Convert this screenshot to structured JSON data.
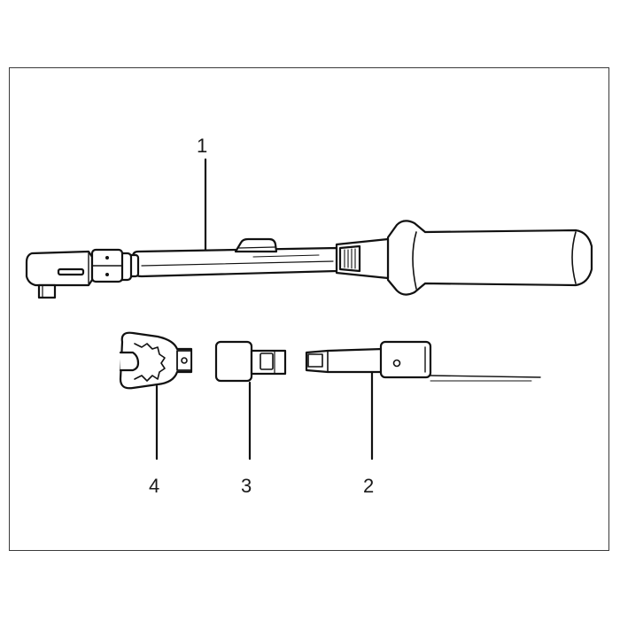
{
  "callouts": {
    "torque_wrench": "1",
    "extension_bar": "2",
    "square_drive_adapter": "3",
    "open_ring_insert": "4"
  },
  "colors": {
    "line": "#111111",
    "frame": "#3a3a3a",
    "fill": "#ffffff"
  }
}
